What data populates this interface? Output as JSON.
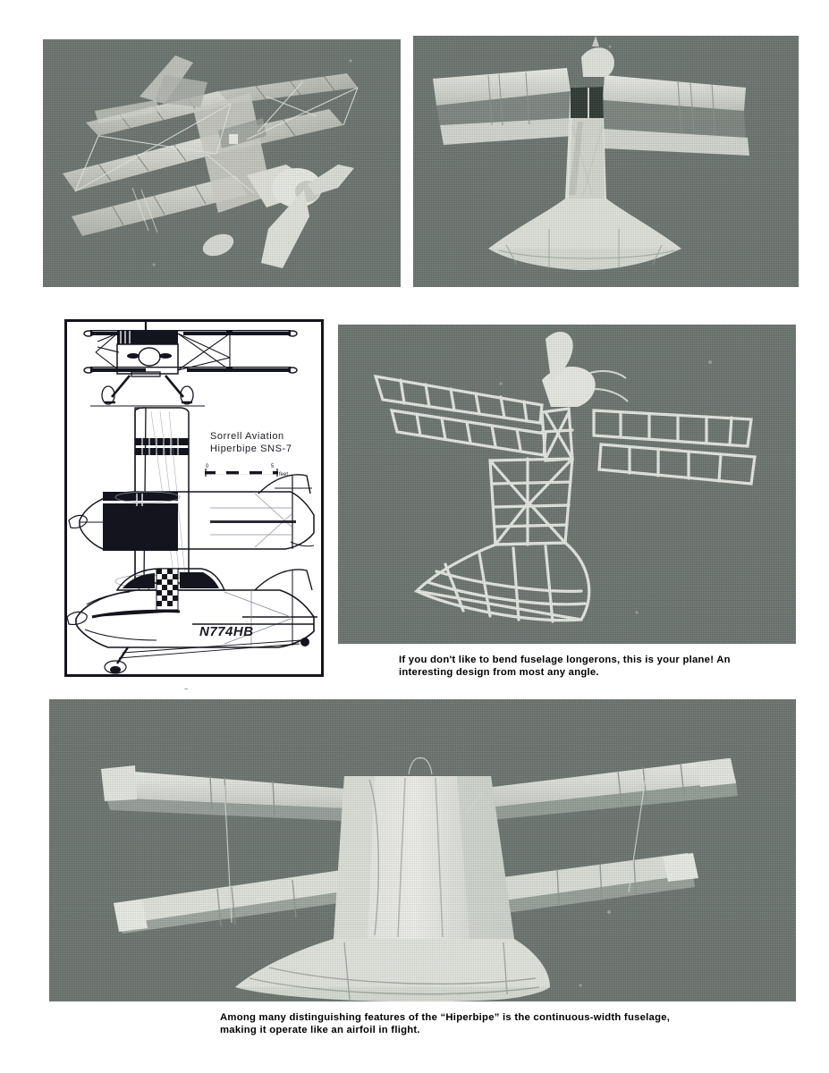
{
  "page": {
    "background_color": "#ffffff",
    "photo_background_color": "#6d7671"
  },
  "photos": [
    {
      "name": "photo-top-left",
      "subject": "Three-quarter front view of bare balsa-framed Hiperbipe model showing staggered negative-stagger biplane wings, wire bracing and propeller",
      "alt": "Model airplane framework, three-quarter front view"
    },
    {
      "name": "photo-top-right",
      "subject": "Head-on front view of covered Hiperbipe model showing continuous-width fuselage and wide lower fairing",
      "alt": "Model airplane front view"
    },
    {
      "name": "photo-structure",
      "subject": "Uncovered open structure of the model showing wing ribs, fuselage truss and engine mount",
      "alt": "Model airplane bare structure"
    },
    {
      "name": "photo-bottom",
      "subject": "Rear three-quarter view of the completed Hiperbipe model showing the continuous-width airfoil fuselage",
      "alt": "Completed model airplane rear view"
    }
  ],
  "three_view": {
    "maker": "Sorrell  Aviation",
    "model": "Hiperbipe  SNS-7",
    "scale_zero": "0",
    "scale_max": "5",
    "scale_units": "feet",
    "registration": "N774HB",
    "frame_mark": "~"
  },
  "captions": {
    "structure": "If you don't like to bend fuselage longerons, this is your plane! An\ninteresting design from most any angle.",
    "bottom": "Among many distinguishing features of the “Hiperbipe” is the continuous-width fuselage,\nmaking it operate like an airfoil in flight."
  }
}
